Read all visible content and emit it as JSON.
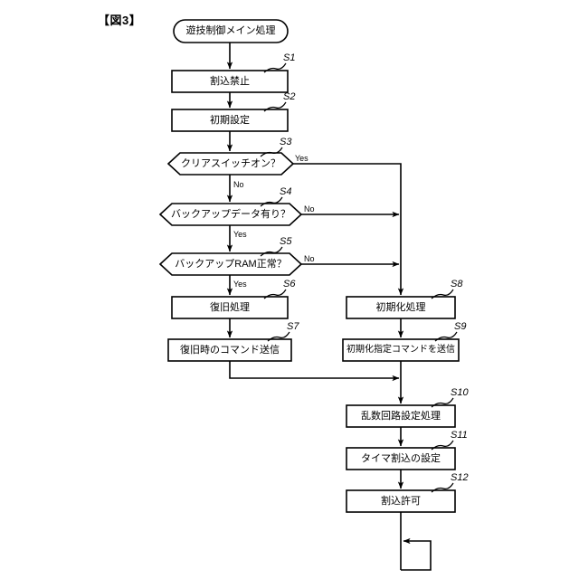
{
  "figure": {
    "label": "【図3】",
    "title_node": {
      "id": "start",
      "shape": "terminator",
      "text": "遊技制御メイン処理"
    }
  },
  "nodes": [
    {
      "id": "s1",
      "step": "S1",
      "shape": "process",
      "text": "割込禁止"
    },
    {
      "id": "s2",
      "step": "S2",
      "shape": "process",
      "text": "初期設定"
    },
    {
      "id": "s3",
      "step": "S3",
      "shape": "decision",
      "text": "クリアスイッチオン？"
    },
    {
      "id": "s4",
      "step": "S4",
      "shape": "decision",
      "text": "バックアップデータ有り？"
    },
    {
      "id": "s5",
      "step": "S5",
      "shape": "decision",
      "text": "バックアップRAM正常？"
    },
    {
      "id": "s6",
      "step": "S6",
      "shape": "process",
      "text": "復旧処理"
    },
    {
      "id": "s7",
      "step": "S7",
      "shape": "process",
      "text": "復旧時のコマンド送信"
    },
    {
      "id": "s8",
      "step": "S8",
      "shape": "process",
      "text": "初期化処理"
    },
    {
      "id": "s9",
      "step": "S9",
      "shape": "process",
      "text": "初期化指定コマンドを送信"
    },
    {
      "id": "s10",
      "step": "S10",
      "shape": "process",
      "text": "乱数回路設定処理"
    },
    {
      "id": "s11",
      "step": "S11",
      "shape": "process",
      "text": "タイマ割込の設定"
    },
    {
      "id": "s12",
      "step": "S12",
      "shape": "process",
      "text": "割込許可"
    }
  ],
  "edge_labels": {
    "s3_yes": "Yes",
    "s3_no": "No",
    "s4_yes": "Yes",
    "s4_no": "No",
    "s5_yes": "Yes",
    "s5_no": "No"
  },
  "colors": {
    "stroke": "#000000",
    "fill": "#ffffff",
    "background": "#ffffff",
    "text": "#000000"
  }
}
